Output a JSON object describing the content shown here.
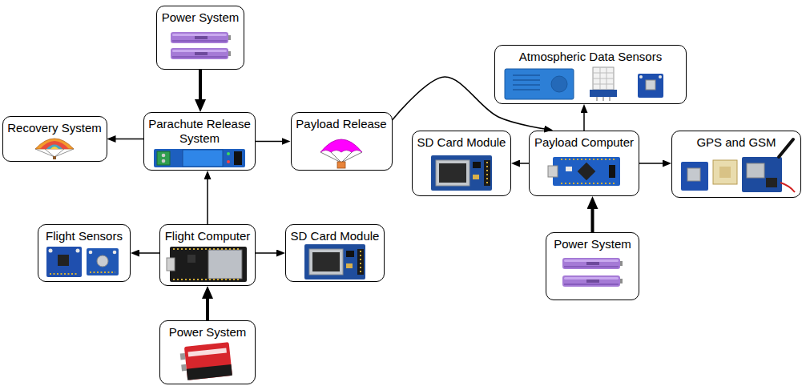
{
  "diagram": {
    "nodes": [
      {
        "text": [
          "Power System"
        ]
      },
      {
        "text": [
          "Atmospheric Data Sensors"
        ]
      },
      {
        "text": [
          "Recovery System"
        ]
      },
      {
        "text": [
          "Parachute Release System"
        ]
      },
      {
        "text": [
          "Payload Release"
        ]
      },
      {
        "text": [
          "SD Card Module"
        ]
      },
      {
        "text": [
          "Payload Computer"
        ]
      },
      {
        "text": [
          "GPS and GSM"
        ]
      },
      {
        "text": [
          "Flight Sensors"
        ]
      },
      {
        "text": [
          "Flight Computer"
        ]
      },
      {
        "text": [
          "SD Card Module"
        ]
      },
      {
        "text": [
          "Power System"
        ]
      },
      {
        "text": [
          "Power System"
        ]
      }
    ],
    "edges": [
      {
        "from": 0,
        "to": 3,
        "arrow": "to"
      },
      {
        "from": 3,
        "to": 2,
        "arrow": "to"
      },
      {
        "from": 3,
        "to": 4,
        "arrow": "to"
      },
      {
        "from": 9,
        "to": 3,
        "arrow": "to"
      },
      {
        "from": 9,
        "to": 8,
        "arrow": "to"
      },
      {
        "from": 9,
        "to": 10,
        "arrow": "to"
      },
      {
        "from": 12,
        "to": 9,
        "arrow": "to"
      },
      {
        "from": 4,
        "to": 6,
        "arrow": "to"
      },
      {
        "from": 6,
        "to": 1,
        "arrow": "to"
      },
      {
        "from": 6,
        "to": 5,
        "arrow": "to"
      },
      {
        "from": 6,
        "to": 7,
        "arrow": "to"
      },
      {
        "from": 11,
        "to": 6,
        "arrow": "to"
      }
    ]
  }
}
